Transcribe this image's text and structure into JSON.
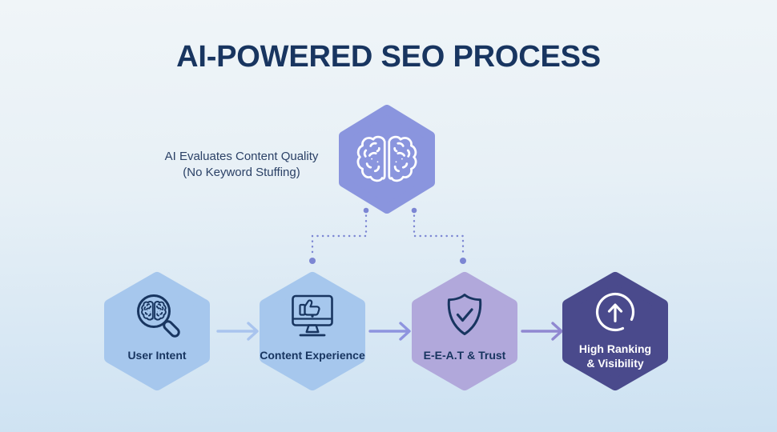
{
  "title": "AI-POWERED SEO PROCESS",
  "ai_node": {
    "icon": "brain-icon",
    "annotation_line1": "AI Evaluates Content Quality",
    "annotation_line2": "(No Keyword Stuffing)"
  },
  "steps": [
    {
      "label": "User Intent",
      "icon": "search-brain-icon"
    },
    {
      "label": "Content Experience",
      "icon": "monitor-thumbs-up-icon"
    },
    {
      "label": "E-E-A.T & Trust",
      "icon": "shield-check-icon"
    },
    {
      "label_line1": "High Ranking",
      "label_line2": "& Visibility",
      "icon": "arrow-up-circle-icon"
    }
  ],
  "connectors": {
    "dotted_branches": 2,
    "flow_arrow_icon": "arrow-right-icon",
    "flow_arrow_count": 3
  },
  "colors": {
    "navy": "#183560",
    "annotation": "#2b4166",
    "white": "#ffffff",
    "hex_periwinkle": "#8a95de",
    "hex_light_blue": "#a6c7ed",
    "hex_lavender": "#b1a8db",
    "hex_indigo": "#4a4a8c",
    "arrow1": "#a9c4ee",
    "arrow2": "#8e94df",
    "arrow3": "#9088d1",
    "dotted": "#7c86d3",
    "bg_top": "#f0f5f8",
    "bg_mid": "#e7f0f6",
    "bg_bottom": "#cce1f2"
  }
}
